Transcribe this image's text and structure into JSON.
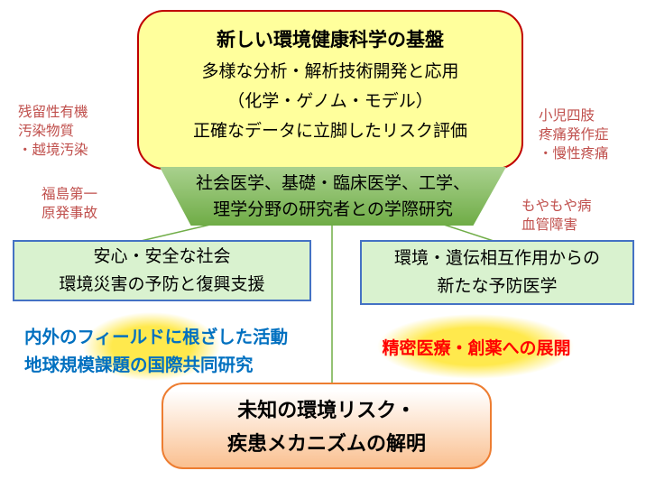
{
  "colors": {
    "top_box_fill": "#FFFF9C",
    "top_box_border": "#C00000",
    "trapezoid_green_light": "#A9D18E",
    "trapezoid_green_dark": "#6FAC46",
    "side_note_text": "#C0504D",
    "branch_box_fill": "#D9F2CF",
    "branch_box_border": "#4472C4",
    "highlight_yellow": "#FFE94D",
    "blue_text": "#0070C0",
    "red_text": "#FF0000",
    "bottom_box_border": "#ED7D31",
    "bottom_box_fill": "#FAC090",
    "connector_line": "#70AD47"
  },
  "top_box": {
    "title": "新しい環境健康科学の基盤",
    "lines": [
      "多様な分析・解析技術開発と応用",
      "（化学・ゲノム・モデル）",
      "正確なデータに立脚したリスク評価"
    ]
  },
  "interdisciplinary_band": {
    "lines": [
      "社会医学、基礎・臨床医学、工学、",
      "理学分野の研究者との学際研究"
    ]
  },
  "side_notes": {
    "pollution": {
      "lines": [
        "残留性有機",
        "汚染物質",
        "・越境汚染"
      ]
    },
    "fukushima": {
      "lines": [
        "福島第一",
        "原発事故"
      ]
    },
    "pediatric": {
      "lines": [
        "小児四肢",
        "疼痛発作症",
        "・慢性疼痛"
      ]
    },
    "moyamoya": {
      "lines": [
        "もやもや病",
        "血管障害"
      ]
    }
  },
  "left_branch_box": {
    "lines": [
      "安心・安全な社会",
      "環境災害の予防と復興支援"
    ]
  },
  "right_branch_box": {
    "lines": [
      "環境・遺伝相互作用からの",
      "新たな予防医学"
    ]
  },
  "left_highlight": {
    "lines": [
      "内外のフィールドに根ざした活動",
      "地球規模課題の国際共同研究"
    ]
  },
  "right_highlight": {
    "text": "精密医療・創薬への展開"
  },
  "bottom_box": {
    "lines": [
      "未知の環境リスク・",
      "疾患メカニズムの解明"
    ]
  }
}
